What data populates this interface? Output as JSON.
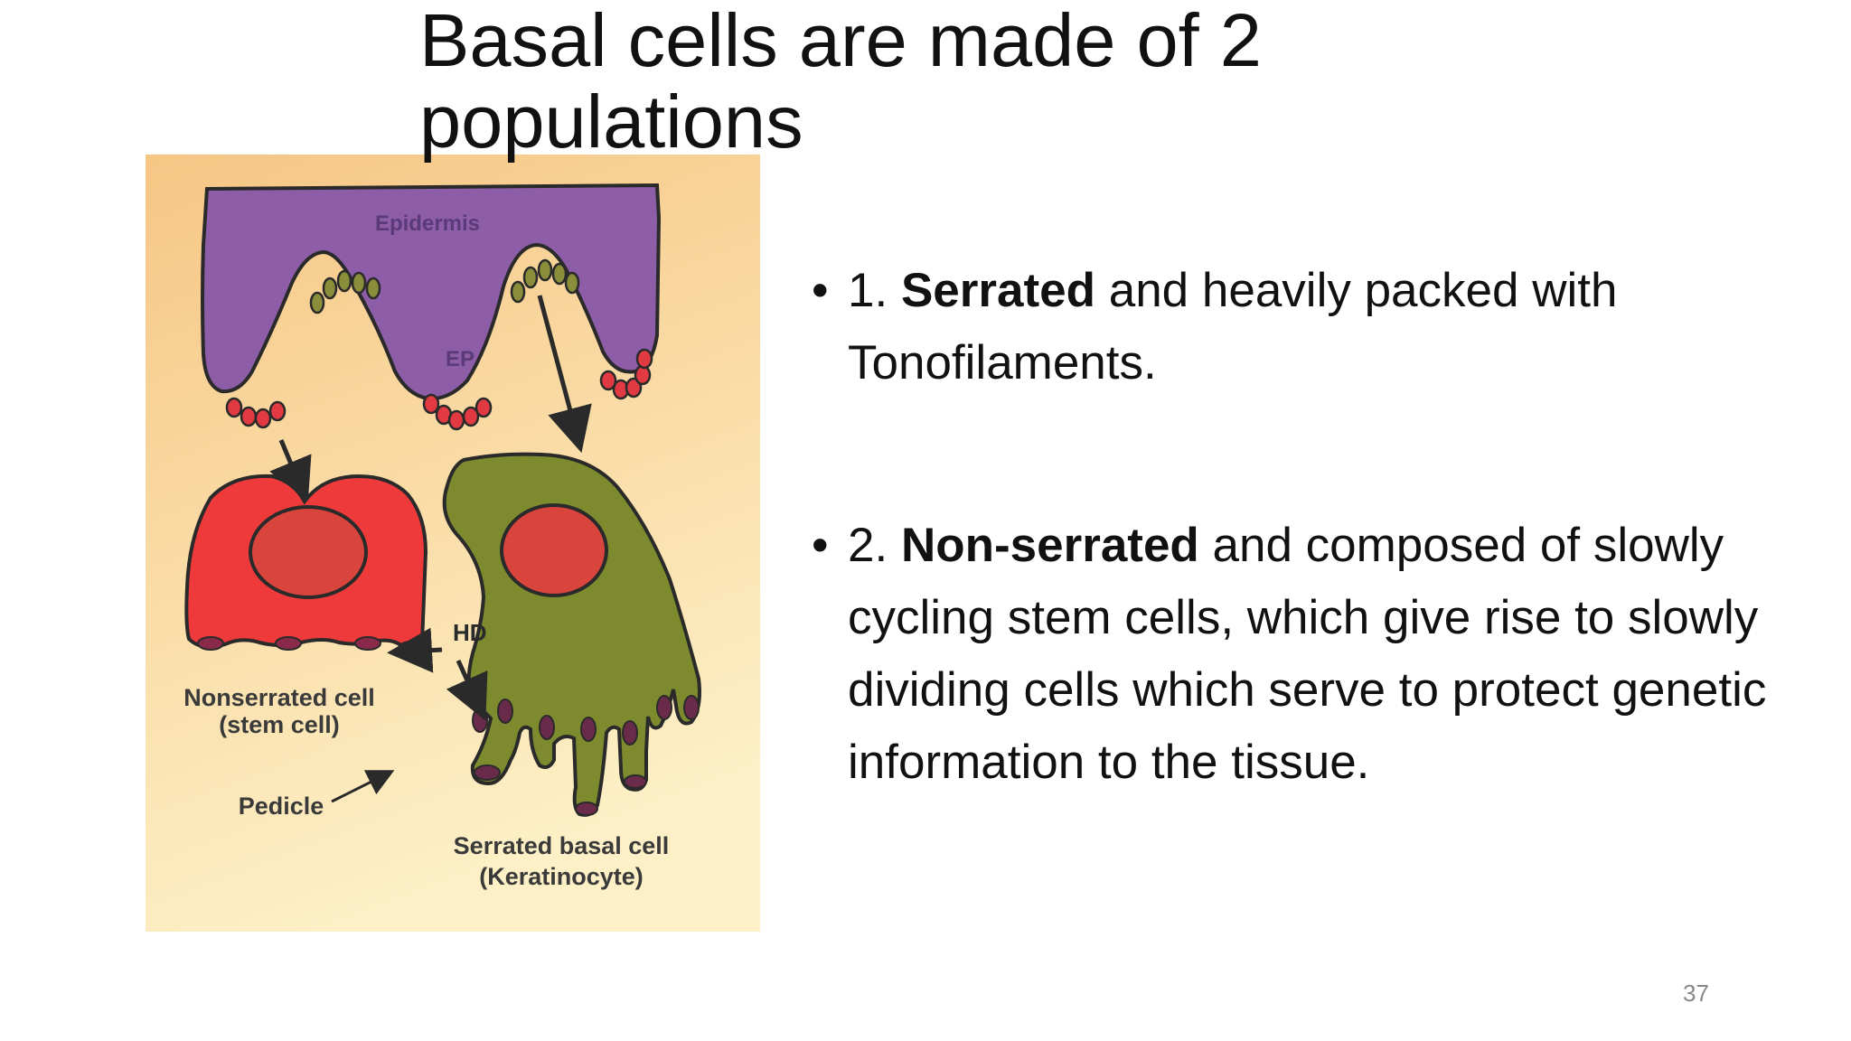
{
  "slide": {
    "title_line1": "Basal cells are made of 2",
    "title_line2": "populations",
    "page_number": "37"
  },
  "figure": {
    "labels": {
      "epidermis": "Epidermis",
      "ep": "EP",
      "hd": "HD",
      "nonserrated_line1": "Nonserrated cell",
      "nonserrated_line2": "(stem cell)",
      "pedicle": "Pedicle",
      "serrated_line1": "Serrated basal cell",
      "serrated_line2": "(Keratinocyte)"
    },
    "colors": {
      "background_top": "#f7c98a",
      "background_bottom": "#fdeec3",
      "epidermis": "#8d5da8",
      "nonserrated_cell": "#ef3a3c",
      "nucleus": "#d9443c",
      "serrated_cell": "#7e8a2e",
      "outline": "#2a2a2a"
    }
  },
  "bullets": [
    {
      "marker": "•",
      "prefix": "1. ",
      "bold": "Serrated",
      "rest": " and heavily packed with Tonofilaments."
    },
    {
      "marker": "•",
      "prefix": "2. ",
      "bold": "Non-serrated",
      "rest": " and composed of slowly cycling stem cells, which give rise to slowly dividing cells which serve to protect genetic information to the tissue."
    }
  ]
}
